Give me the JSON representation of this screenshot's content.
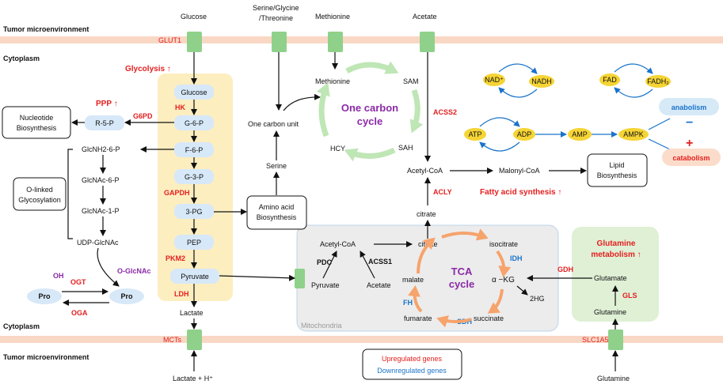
{
  "membranes": {
    "tumor_top": "Tumor microenvironment",
    "cytoplasm_top": "Cytoplasm",
    "cytoplasm_bottom": "Cytoplasm",
    "tumor_bottom": "Tumor microenvironment"
  },
  "transporters": {
    "glut1": "GLUT1",
    "mcts": "MCTs",
    "slc1a5": "SLC1A5"
  },
  "inputs": {
    "glucose": "Glucose",
    "serine_glycine": "Serine/Glycine",
    "threonine": "/Threonine",
    "methionine": "Methionine",
    "acetate": "Acetate",
    "lactate_h": "Lactate + H⁺",
    "glutamine_out": "Glutamine"
  },
  "glycolysis": {
    "title": "Glycolysis ↑",
    "nodes": [
      "Glucose",
      "G-6-P",
      "F-6-P",
      "G-3-P",
      "3-PG",
      "PEP",
      "Pyruvate"
    ],
    "hk": "HK",
    "gapdh": "GAPDH",
    "pkm2": "PKM2",
    "ldh": "LDH",
    "lactate": "Lactate"
  },
  "ppp": {
    "title": "PPP ↑",
    "g6pd": "G6PD",
    "r5p": "R-5-P",
    "nucleotide_1": "Nucleotide",
    "nucleotide_2": "Biosynthesis"
  },
  "hexosamine": {
    "nodes": [
      "GlcNH2-6-P",
      "GlcNAc-6-P",
      "GlcNAc-1-P",
      "UDP-GlcNAc"
    ],
    "olinked_1": "O-linked",
    "olinked_2": "Glycosylation",
    "oh": "OH",
    "ogt": "OGT",
    "oglcnac": "O-GlcNAc",
    "oga": "OGA",
    "pro_left": "Pro",
    "pro_right": "Pro"
  },
  "amino_acid": {
    "line1": "Amino acid",
    "line2": "Biosynthesis",
    "serine": "Serine",
    "one_carbon_unit": "One carbon unit"
  },
  "one_carbon": {
    "title_1": "One carbon",
    "title_2": "cycle",
    "methionine": "Methionine",
    "sam": "SAM",
    "sah": "SAH",
    "hcy": "HCY"
  },
  "acetyl": {
    "acss2": "ACSS2",
    "acetyl_coa": "Acetyl-CoA",
    "acly": "ACLY",
    "citrate": "citrate",
    "malonyl_coa": "Malonyl-CoA",
    "fas_title": "Fatty acid synthesis ↑",
    "lipid_1": "Lipid",
    "lipid_2": "Biosynthesis"
  },
  "energy": {
    "nad": "NAD⁺",
    "nadh": "NADH",
    "fad": "FAD",
    "fadh2": "FADH₂",
    "atp": "ATP",
    "adp": "ADP",
    "amp": "AMP",
    "ampk": "AMPK",
    "anabolism": "anabolism",
    "catabolism": "catabolism",
    "minus": "−",
    "plus": "+"
  },
  "mitochondria": {
    "label": "Mitochondria",
    "acetyl_coa": "Acetyl-CoA",
    "pdc": "PDC",
    "acss1": "ACSS1",
    "pyruvate": "Pyruvate",
    "acetate": "Acetate",
    "tca_1": "TCA",
    "tca_2": "cycle",
    "citrate": "citrate",
    "isocitrate": "isocitrate",
    "idh": "IDH",
    "akg": "α −KG",
    "twohg": "2HG",
    "succinate": "succinate",
    "sdh": "SDH",
    "fumarate": "fumarate",
    "fh": "FH",
    "malate": "malate"
  },
  "glutamine": {
    "title_1": "Glutamine",
    "title_2": "metabolism ↑",
    "gdh": "GDH",
    "glutamate": "Glutamate",
    "gls": "GLS",
    "glutamine": "Glutamine"
  },
  "legend": {
    "up": "Upregulated genes",
    "down": "Downregulated genes"
  },
  "colors": {
    "membrane": "#f9d7c5",
    "transporter": "#8fd18a",
    "glycolysis_bg": "#fdeec0",
    "node_fill": "#d7e8f8",
    "mito_bg": "#ececec",
    "glutamine_bg": "#dff0d5",
    "tca_arrow": "#f6a36c",
    "onecarbon_arrow": "#bfe6b5",
    "cofactor": "#f5d435",
    "up": "#e41f1f",
    "down": "#1a73c9"
  }
}
